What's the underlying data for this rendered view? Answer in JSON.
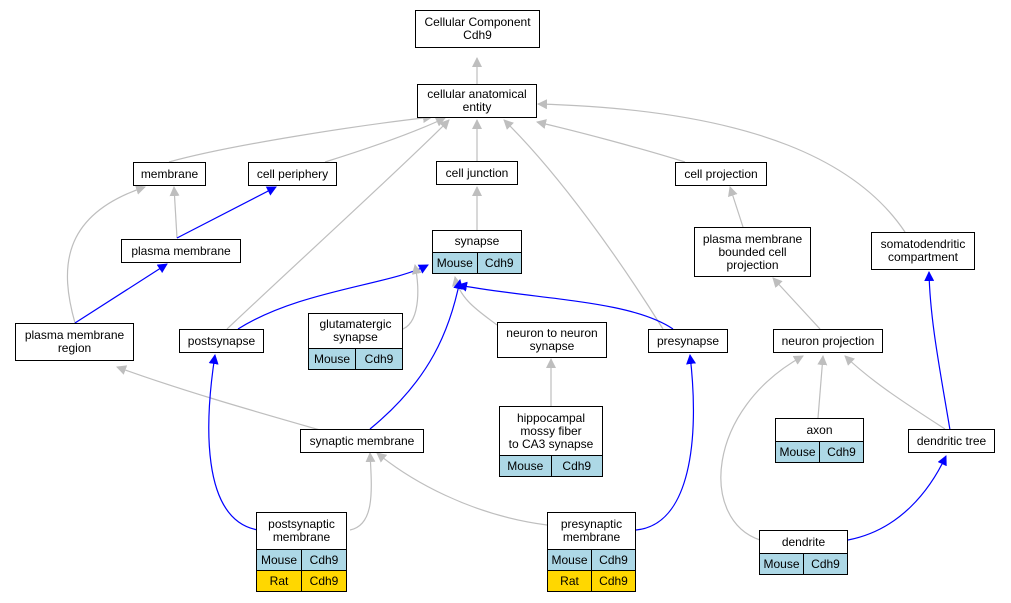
{
  "colors": {
    "is_a_edge": "#bebebe",
    "part_of_edge": "#0000ff",
    "mouse_row": "#add8e6",
    "rat_row": "#ffd700"
  },
  "nodes": {
    "root": {
      "label": "Cellular Component\nCdh9"
    },
    "cae": {
      "label": "cellular anatomical\nentity"
    },
    "membrane": {
      "label": "membrane"
    },
    "cellperiphery": {
      "label": "cell periphery"
    },
    "celljunction": {
      "label": "cell junction"
    },
    "cellprojection": {
      "label": "cell projection"
    },
    "plasmamembrane": {
      "label": "plasma membrane"
    },
    "synapse": {
      "label": "synapse",
      "annotations": [
        [
          "Mouse",
          "Cdh9"
        ]
      ]
    },
    "pmbcp": {
      "label": "plasma membrane\nbounded cell\nprojection"
    },
    "somatodendritic": {
      "label": "somatodendritic\ncompartment"
    },
    "pmregion": {
      "label": "plasma membrane\nregion"
    },
    "postsynapse": {
      "label": "postsynapse"
    },
    "glutamatergic": {
      "label": "glutamatergic\nsynapse",
      "annotations": [
        [
          "Mouse",
          "Cdh9"
        ]
      ]
    },
    "n2n": {
      "label": "neuron to neuron\nsynapse"
    },
    "presynapse": {
      "label": "presynapse"
    },
    "neuronprojection": {
      "label": "neuron projection"
    },
    "hippocampal": {
      "label": "hippocampal\nmossy fiber\nto CA3 synapse",
      "annotations": [
        [
          "Mouse",
          "Cdh9"
        ]
      ]
    },
    "axon": {
      "label": "axon",
      "annotations": [
        [
          "Mouse",
          "Cdh9"
        ]
      ]
    },
    "synapticmembrane": {
      "label": "synaptic membrane"
    },
    "dendritictree": {
      "label": "dendritic tree"
    },
    "postsynmem": {
      "label": "postsynaptic\nmembrane",
      "annotations": [
        [
          "Mouse",
          "Cdh9"
        ],
        [
          "Rat",
          "Cdh9"
        ]
      ]
    },
    "presynmem": {
      "label": "presynaptic\nmembrane",
      "annotations": [
        [
          "Mouse",
          "Cdh9"
        ],
        [
          "Rat",
          "Cdh9"
        ]
      ]
    },
    "dendrite": {
      "label": "dendrite",
      "annotations": [
        [
          "Mouse",
          "Cdh9"
        ]
      ]
    }
  }
}
